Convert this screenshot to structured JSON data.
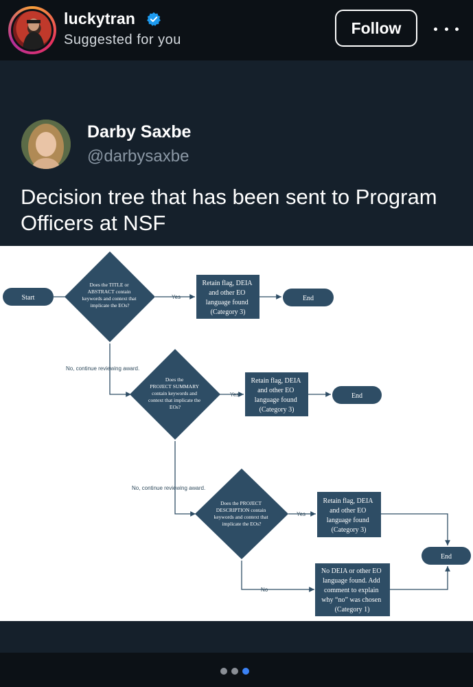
{
  "post": {
    "username": "luckytran",
    "subtitle": "Suggested for you",
    "follow_label": "Follow",
    "more_label": "more-options-icon"
  },
  "tweet": {
    "name": "Darby Saxbe",
    "handle": "@darbysaxbe",
    "text": "Decision tree that has been sent to Program Officers at NSF"
  },
  "flowchart": {
    "start": "Start",
    "end": "End",
    "yes": "Yes",
    "no": "No",
    "continue": "No, continue reviewing award.",
    "q1": [
      "Does the TITLE or",
      "ABSTRACT contain",
      "keywords and context that",
      "implicate the EOs?"
    ],
    "q2": [
      "Does the",
      "PROJECT SUMMARY",
      "contain keywords and",
      "context that implicate the",
      "EOs?"
    ],
    "q3": [
      "Does the PROJECT",
      "DESCRIPTION contain",
      "keywords and context that",
      "implicate the EOs?"
    ],
    "retain": [
      "Retain flag, DEIA",
      "and other EO",
      "language found",
      "(Category 3)"
    ],
    "no_deia": [
      "No DEIA or other EO",
      "language found. Add",
      "comment to explain",
      "why “no” was chosen",
      "(Category 1)"
    ]
  },
  "carousel": {
    "count": 3,
    "active": 3
  },
  "colors": {
    "node_fill": "#2e4d65",
    "line": "#2e4d65",
    "verified": "#1d9bf0",
    "dot_active": "#3b82f6"
  }
}
